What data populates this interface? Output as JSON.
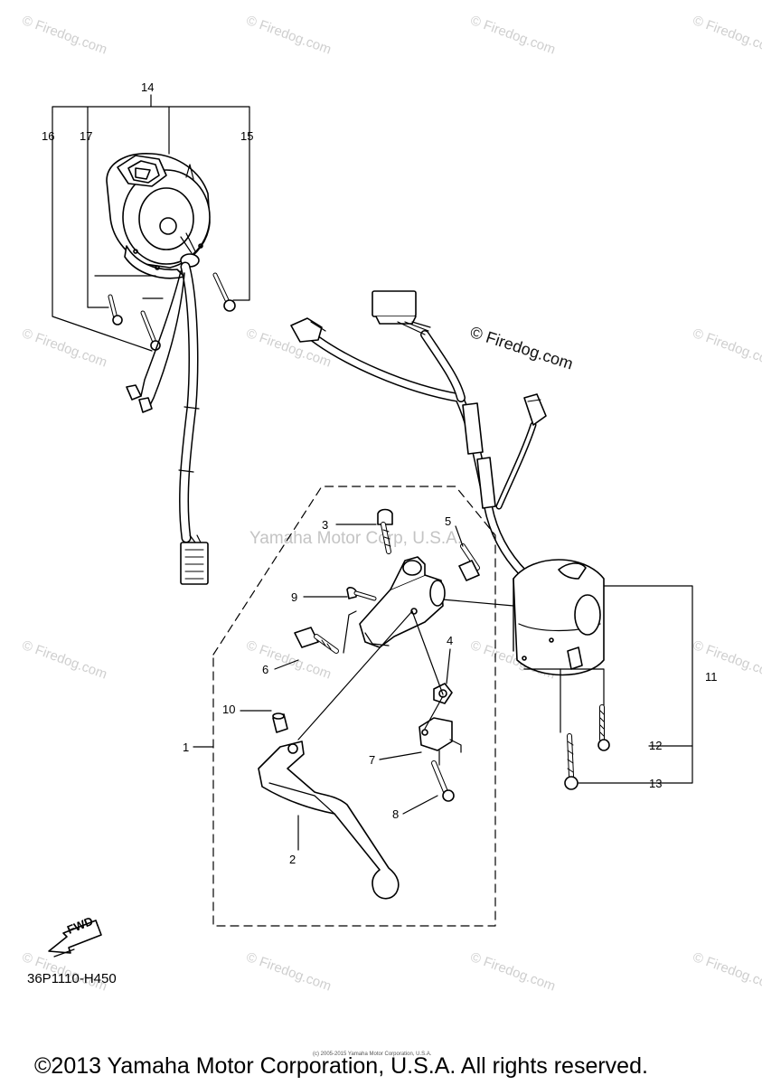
{
  "watermark": {
    "small": "© Firedog.com",
    "center": "Yamaha Motor Corp, U.S.A."
  },
  "firedog_mark": "© Firedog.com",
  "callouts": {
    "c1": "1",
    "c2": "2",
    "c3": "3",
    "c4": "4",
    "c5": "5",
    "c6": "6",
    "c7": "7",
    "c8": "8",
    "c9": "9",
    "c10": "10",
    "c11": "11",
    "c12": "12",
    "c13": "13",
    "c14": "14",
    "c15": "15",
    "c16": "16",
    "c17": "17"
  },
  "fwd_label": "FWD",
  "diagram_id": "36P1110-H450",
  "tiny_notice": "(c) 2005-2015 Yamaha Motor Corporation, U.S.A.",
  "copyright": "©2013 Yamaha Motor Corporation, U.S.A. All rights reserved."
}
